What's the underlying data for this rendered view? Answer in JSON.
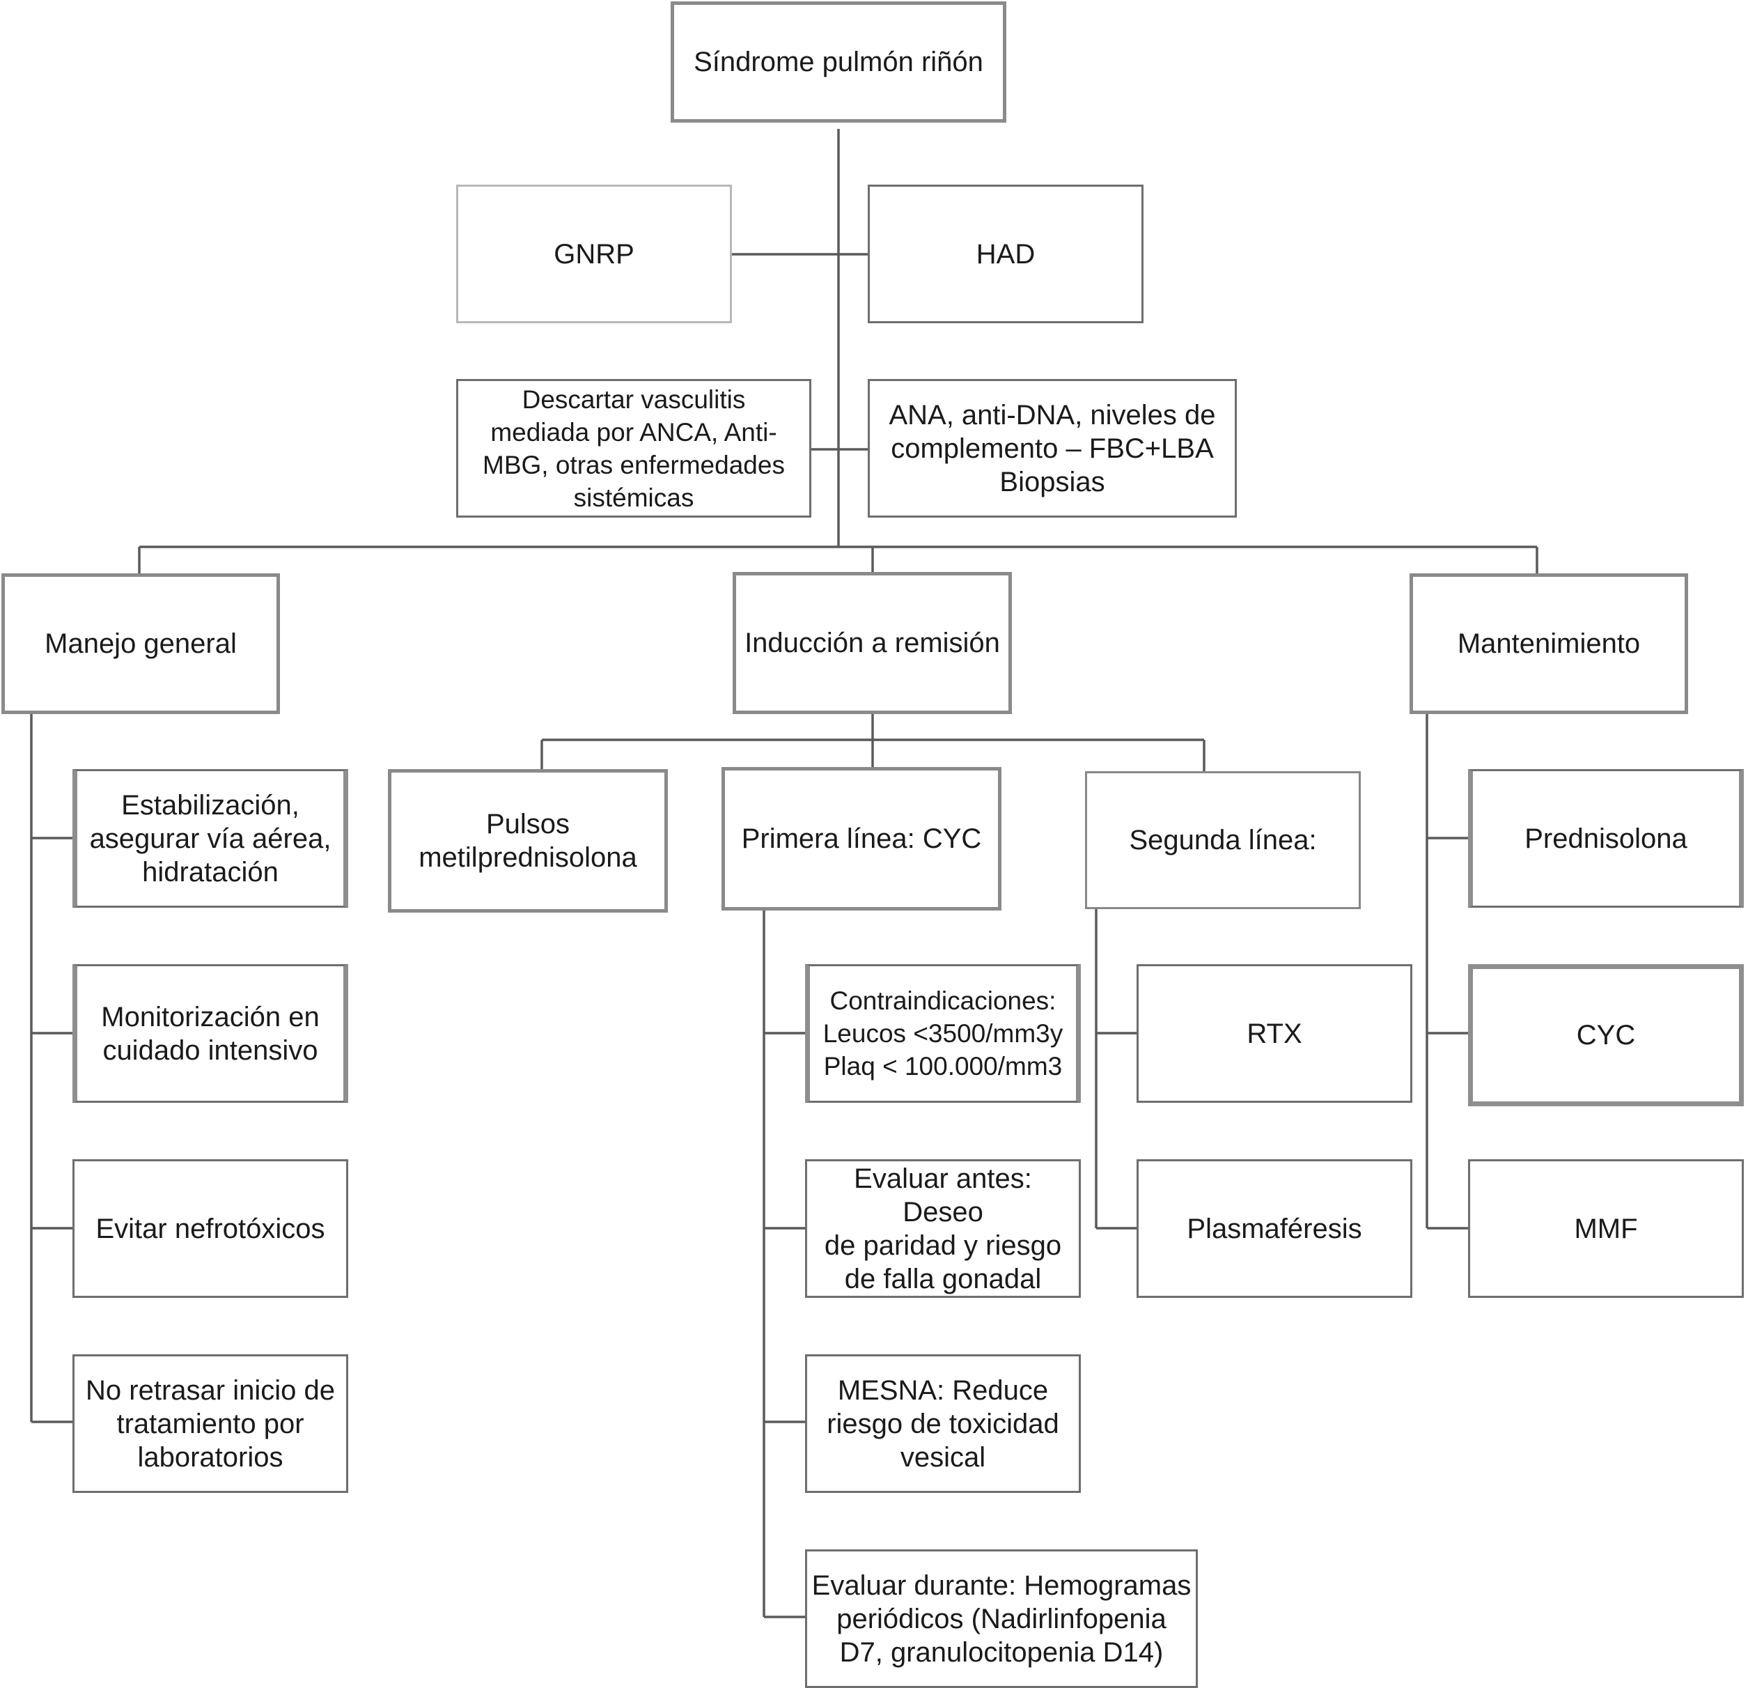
{
  "nodes": {
    "root": "Síndrome pulmón riñón",
    "gnrp": "GNRP",
    "had": "HAD",
    "descartar": "Descartar vasculitis\nmediada por ANCA, Anti-\nMBG, otras enfermedades\nsistémicas",
    "ana": "ANA, anti-DNA, niveles de\ncomplemento – FBC+LBA\nBiopsias",
    "manejo": "Manejo general",
    "induccion": "Inducción a remisión",
    "mantenimiento": "Mantenimiento",
    "estabilizacion": "Estabilización,\nasegurar vía aérea,\nhidratación",
    "monitorizacion": "Monitorización en\ncuidado intensivo",
    "evitar": "Evitar nefrotóxicos",
    "noretrasar": "No retrasar inicio de\ntratamiento por\nlaboratorios",
    "pulsos": "Pulsos\nmetilprednisolona",
    "primera": "Primera línea: CYC",
    "segunda": "Segunda línea:",
    "contraindicaciones": "Contraindicaciones:\nLeucos <3500/mm3y\nPlaq < 100.000/mm3",
    "evaluar_antes": "Evaluar antes: Deseo\nde paridad y riesgo\nde falla gonadal",
    "mesna": "MESNA: Reduce\nriesgo de toxicidad\nvesical",
    "evaluar_durante": "Evaluar durante: Hemogramas\nperiódicos (Nadirlinfopenia\nD7, granulocitopenia D14)",
    "rtx": "RTX",
    "plasmaferesis": "Plasmaféresis",
    "prednisolona": "Prednisolona",
    "cyc": "CYC",
    "mmf": "MMF"
  }
}
